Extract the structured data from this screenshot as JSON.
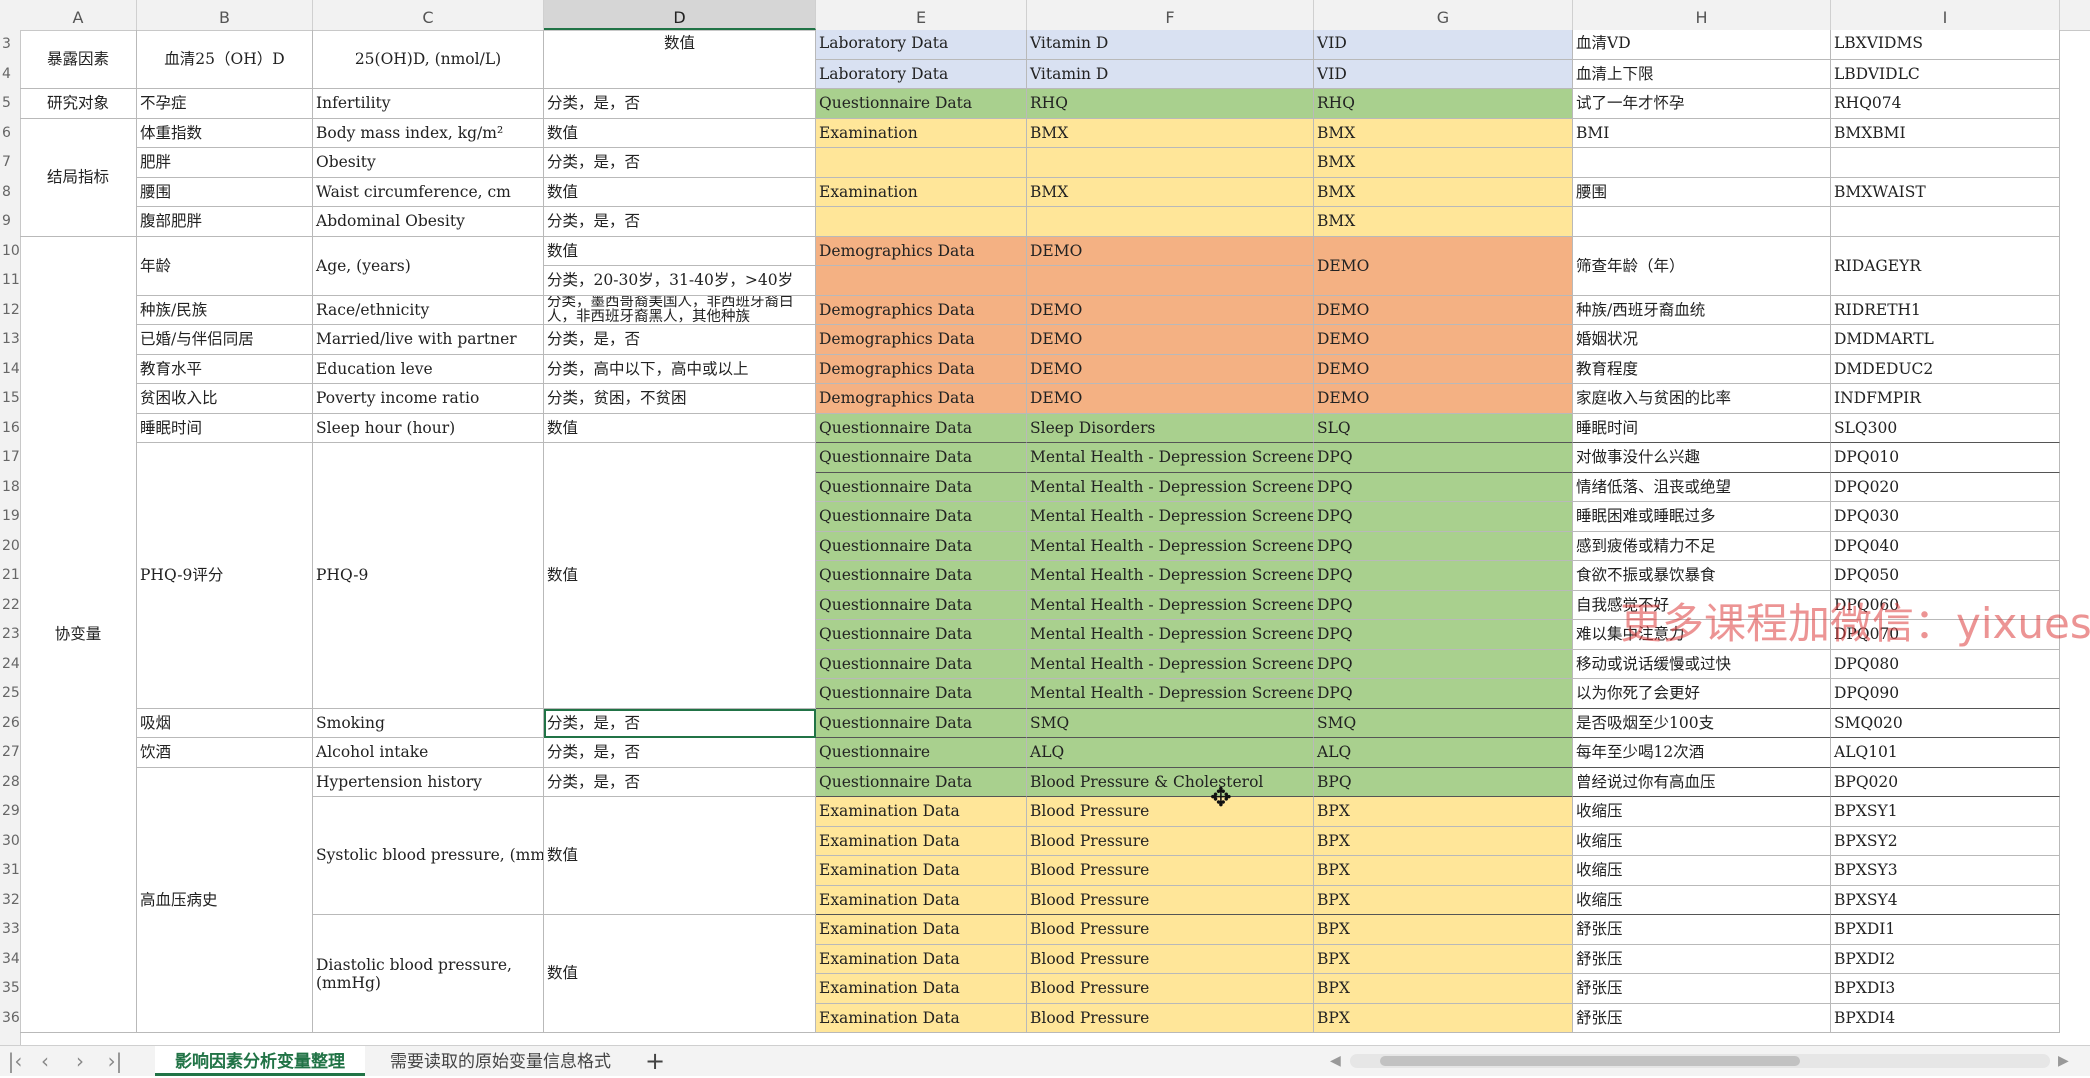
{
  "colors": {
    "blue": "#d9e1f2",
    "green": "#a9d08e",
    "yellow": "#ffe699",
    "orange": "#f4b183",
    "white": "#ffffff",
    "watermark": "#dc3c3c",
    "accent": "#217346"
  },
  "column_headers": [
    "A",
    "B",
    "C",
    "D",
    "E",
    "F",
    "G",
    "H",
    "I"
  ],
  "row_numbers": [
    "3",
    "4",
    "5",
    "6",
    "7",
    "8",
    "9",
    "10",
    "11",
    "12",
    "13",
    "14",
    "15",
    "16",
    "17",
    "18",
    "19",
    "20",
    "21",
    "22",
    "23",
    "24",
    "25",
    "26",
    "27",
    "28",
    "29",
    "30",
    "31",
    "32",
    "33",
    "34",
    "35",
    "36"
  ],
  "left": {
    "A_exposure": "暴露因素",
    "A_subject": "研究对象",
    "A_outcome": "结局指标",
    "A_covariate": "协变量",
    "B_vitd": "血清25（OH）D",
    "B_infert": "不孕症",
    "B_bmi": "体重指数",
    "B_obesity": "肥胖",
    "B_waist": "腰围",
    "B_abdobese": "腹部肥胖",
    "B_age": "年龄",
    "B_race": "种族/民族",
    "B_married": "已婚/与伴侣同居",
    "B_edu": "教育水平",
    "B_poverty": "贫困收入比",
    "B_sleep": "睡眠时间",
    "B_phq": "PHQ-9评分",
    "B_smoke": "吸烟",
    "B_alcohol": "饮酒",
    "B_hyper": "高血压病史",
    "C_vitd": "25(OH)D, (nmol/L)",
    "C_infert": "Infertility",
    "C_bmi": "Body mass index, kg/m²",
    "C_obesity": "Obesity",
    "C_waist": "Waist circumference, cm",
    "C_abdobese": "Abdominal Obesity",
    "C_age": "Age, (years)",
    "C_race": "Race/ethnicity",
    "C_married": "Married/live with partner",
    "C_edu": "Education leve",
    "C_poverty": "Poverty income ratio",
    "C_sleep": "Sleep hour (hour)",
    "C_phq": "PHQ-9",
    "C_smoke": "Smoking",
    "C_alcohol": "Alcohol intake",
    "C_hyperhist": "Hypertension history",
    "C_systolic": "Systolic blood pressure, (mmHg)",
    "C_diastolic": "Diastolic blood pressure, (mmHg)",
    "D_vitd": "数值",
    "D_infert": "分类，是，否",
    "D_bmi": "数值",
    "D_obesity": "分类，是，否",
    "D_waist": "数值",
    "D_abdobese": "分类，是，否",
    "D_age1": "数值",
    "D_age2": "分类，20-30岁，31-40岁，>40岁",
    "D_race": "分类，墨西哥裔美国人，非西班牙裔白人，非西班牙裔黑人，其他种族",
    "D_married": "分类，是，否",
    "D_edu": "分类，高中以下，高中或以上",
    "D_poverty": "分类，贫困，不贫困",
    "D_sleep": "数值",
    "D_phq": "数值",
    "D_smoke": "分类，是，否",
    "D_alcohol": "分类，是，否",
    "D_hyperhist": "分类，是，否",
    "D_systolic": "数值",
    "D_diastolic": "数值"
  },
  "right_rows": [
    [
      "Laboratory Data",
      "Vitamin D",
      "VID",
      "血清VD",
      "LBXVIDMS",
      "blue"
    ],
    [
      "Laboratory Data",
      "Vitamin D",
      "VID",
      "血清上下限",
      "LBDVIDLC",
      "blue"
    ],
    [
      "Questionnaire Data",
      "RHQ",
      "RHQ",
      "试了一年才怀孕",
      "RHQ074",
      "green"
    ],
    [
      "Examination",
      "BMX",
      "BMX",
      "BMI",
      "BMXBMI",
      "yellow"
    ],
    [
      "",
      "",
      "BMX",
      "",
      "",
      "yellow"
    ],
    [
      "Examination",
      "BMX",
      "BMX",
      "腰围",
      "BMXWAIST",
      "yellow"
    ],
    [
      "",
      "",
      "BMX",
      "",
      "",
      "yellow"
    ],
    [
      "Demographics Data",
      "DEMO",
      "DEMO",
      "筛查年龄（年）",
      "RIDAGEYR",
      "orange"
    ],
    [
      "",
      "",
      "",
      "",
      "",
      "orange"
    ],
    [
      "Demographics Data",
      "DEMO",
      "DEMO",
      "种族/西班牙裔血统",
      "RIDRETH1",
      "orange"
    ],
    [
      "Demographics Data",
      "DEMO",
      "DEMO",
      "婚姻状况",
      "DMDMARTL",
      "orange"
    ],
    [
      "Demographics Data",
      "DEMO",
      "DEMO",
      "教育程度",
      "DMDEDUC2",
      "orange"
    ],
    [
      "Demographics Data",
      "DEMO",
      "DEMO",
      "家庭收入与贫困的比率",
      "INDFMPIR",
      "orange"
    ],
    [
      "Questionnaire Data",
      "Sleep Disorders",
      "SLQ",
      "睡眠时间",
      "SLQ300",
      "green"
    ],
    [
      "Questionnaire Data",
      "Mental Health - Depression Screener",
      "DPQ",
      "对做事没什么兴趣",
      "DPQ010",
      "green"
    ],
    [
      "Questionnaire Data",
      "Mental Health - Depression Screener",
      "DPQ",
      "情绪低落、沮丧或绝望",
      "DPQ020",
      "green"
    ],
    [
      "Questionnaire Data",
      "Mental Health - Depression Screener",
      "DPQ",
      "睡眠困难或睡眠过多",
      "DPQ030",
      "green"
    ],
    [
      "Questionnaire Data",
      "Mental Health - Depression Screener",
      "DPQ",
      "感到疲倦或精力不足",
      "DPQ040",
      "green"
    ],
    [
      "Questionnaire Data",
      "Mental Health - Depression Screener",
      "DPQ",
      "食欲不振或暴饮暴食",
      "DPQ050",
      "green"
    ],
    [
      "Questionnaire Data",
      "Mental Health - Depression Screener",
      "DPQ",
      "自我感觉不好",
      "DPQ060",
      "green"
    ],
    [
      "Questionnaire Data",
      "Mental Health - Depression Screener",
      "DPQ",
      "难以集中注意力",
      "DPQ070",
      "green"
    ],
    [
      "Questionnaire Data",
      "Mental Health - Depression Screener",
      "DPQ",
      "移动或说话缓慢或过快",
      "DPQ080",
      "green"
    ],
    [
      "Questionnaire Data",
      "Mental Health - Depression Screener",
      "DPQ",
      "以为你死了会更好",
      "DPQ090",
      "green"
    ],
    [
      "Questionnaire Data",
      "SMQ",
      "SMQ",
      "是否吸烟至少100支",
      "SMQ020",
      "green"
    ],
    [
      "Questionnaire",
      "ALQ",
      "ALQ",
      "每年至少喝12次酒",
      "ALQ101",
      "green"
    ],
    [
      "Questionnaire Data",
      "Blood Pressure & Cholesterol",
      "BPQ",
      "曾经说过你有高血压",
      "BPQ020",
      "green"
    ],
    [
      "Examination Data",
      "Blood Pressure",
      "BPX",
      "收缩压",
      "BPXSY1",
      "yellow"
    ],
    [
      "Examination Data",
      "Blood Pressure",
      "BPX",
      "收缩压",
      "BPXSY2",
      "yellow"
    ],
    [
      "Examination Data",
      "Blood Pressure",
      "BPX",
      "收缩压",
      "BPXSY3",
      "yellow"
    ],
    [
      "Examination Data",
      "Blood Pressure",
      "BPX",
      "收缩压",
      "BPXSY4",
      "yellow"
    ],
    [
      "Examination Data",
      "Blood Pressure",
      "BPX",
      "舒张压",
      "BPXDI1",
      "yellow"
    ],
    [
      "Examination Data",
      "Blood Pressure",
      "BPX",
      "舒张压",
      "BPXDI2",
      "yellow"
    ],
    [
      "Examination Data",
      "Blood Pressure",
      "BPX",
      "舒张压",
      "BPXDI3",
      "yellow"
    ],
    [
      "Examination Data",
      "Blood Pressure",
      "BPX",
      "舒张压",
      "BPXDI4",
      "yellow"
    ]
  ],
  "watermark": "更多课程加微信：yixuesh",
  "tabs": {
    "active": "影响因素分析变量整理",
    "inactive": "需要读取的原始变量信息格式",
    "add": "+"
  },
  "nav_icons": [
    "first-sheet-icon",
    "prev-sheet-icon",
    "next-sheet-icon",
    "last-sheet-icon"
  ],
  "cursor_glyph": "✥"
}
